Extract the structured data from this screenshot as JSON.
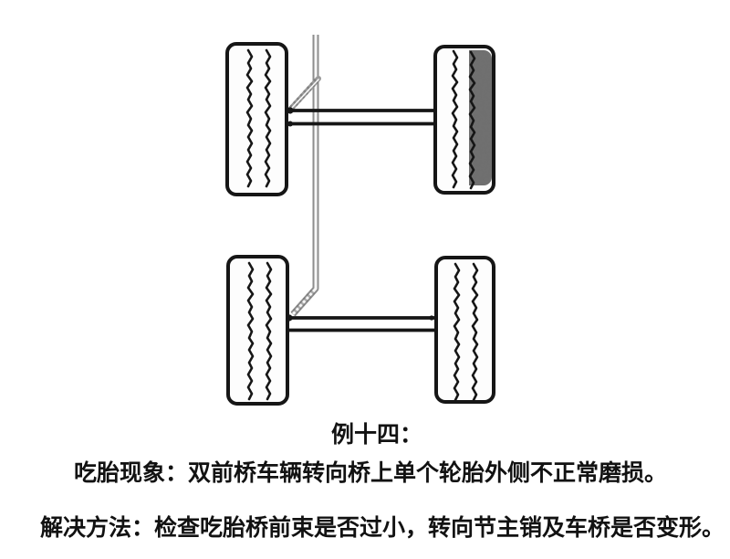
{
  "captions": {
    "title": "例十四：",
    "phenomenon": "吃胎现象：双前桥车辆转向桥上单个轮胎外侧不正常磨损。",
    "solution": "解决方法：检查吃胎桥前束是否过小，转向节主销及车桥是否变形。"
  },
  "diagram": {
    "colors": {
      "outline": "#161616",
      "rod_gray": "#8e8e8e",
      "wear_gray": "#6f6f6f",
      "tire_fill": "#fdfdfd",
      "background": "#ffffff"
    }
  }
}
